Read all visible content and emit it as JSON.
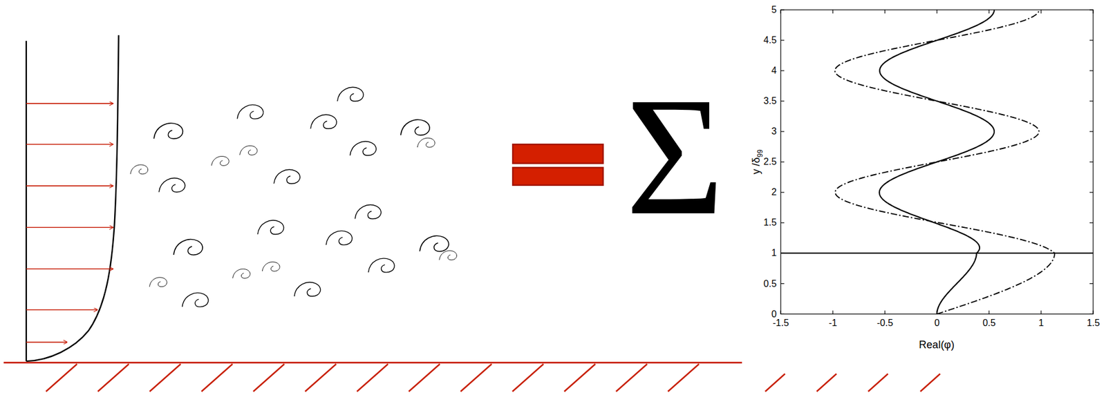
{
  "diagram": {
    "labels": [
      "Σ",
      "5",
      "4.5",
      "4",
      "3.5",
      "3",
      "2.5",
      "2",
      "1.5",
      "1",
      "0.5",
      "0",
      "y /δ",
      "99",
      "-1.5",
      "-1",
      "-0.5",
      "0",
      "0.5",
      "1",
      "1.5",
      "Real(φ)"
    ]
  }
}
